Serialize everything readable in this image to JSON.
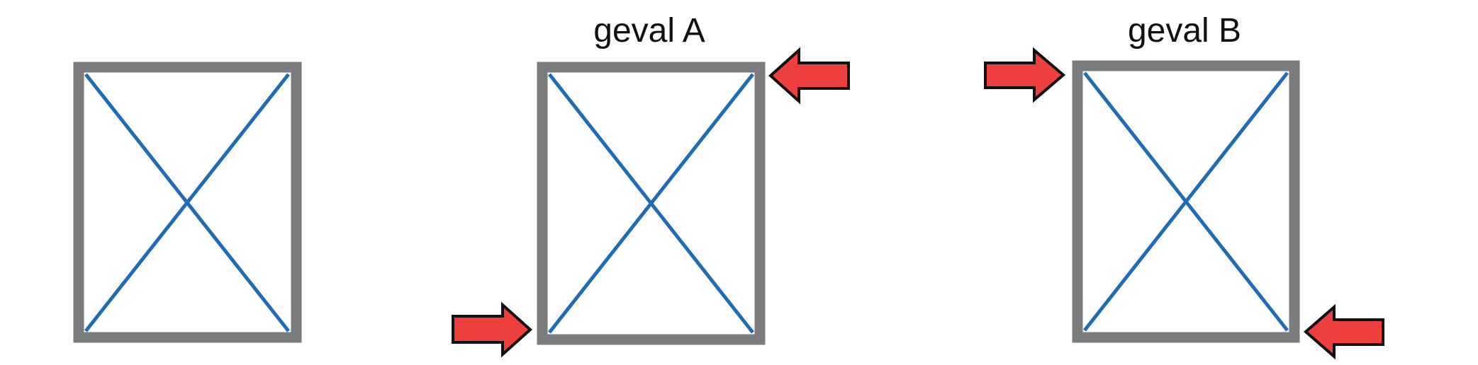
{
  "diagram": {
    "frames": [
      {
        "id": "reference",
        "label": "",
        "arrows": []
      },
      {
        "id": "case-a",
        "label": "geval A",
        "arrows": [
          "top-right-pointing-left",
          "bottom-left-pointing-right"
        ]
      },
      {
        "id": "case-b",
        "label": "geval B",
        "arrows": [
          "top-left-pointing-right",
          "bottom-right-pointing-left"
        ]
      }
    ],
    "colors": {
      "frame": "#7a7c7e",
      "brace": "#1f6bb5",
      "arrow_fill": "#ef3e3e",
      "arrow_stroke": "#111111",
      "label": "#111111"
    }
  }
}
